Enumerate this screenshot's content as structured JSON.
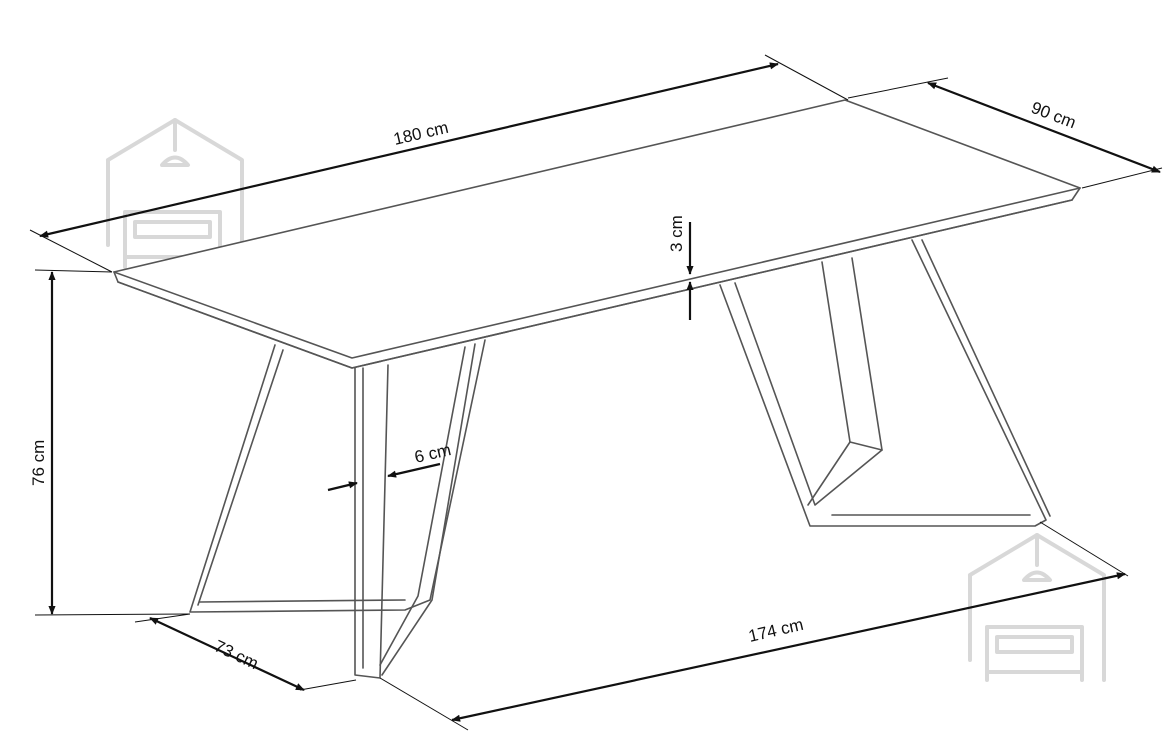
{
  "dimensions": {
    "length_top": "180 cm",
    "depth_top": "90 cm",
    "top_thickness": "3 cm",
    "height": "76 cm",
    "leg_width": "6 cm",
    "leg_depth": "73 cm",
    "leg_span": "174 cm"
  },
  "colors": {
    "outline": "#555555",
    "dimension": "#111111",
    "watermark": "#d8d8d8"
  },
  "icons": {
    "watermark": "house-sofa-logo-icon"
  }
}
